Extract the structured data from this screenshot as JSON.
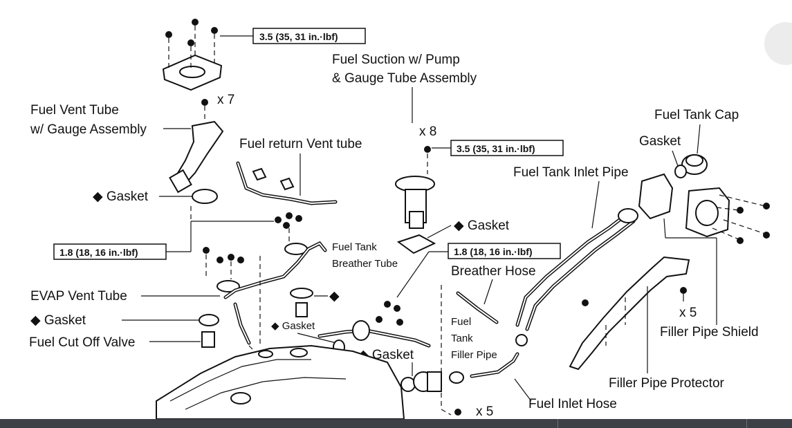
{
  "labels": {
    "torque_top": "3.5 (35, 31 in.·lbf)",
    "torque_pump": "3.5 (35, 31 in.·lbf)",
    "torque_left": "1.8 (18, 16 in.·lbf)",
    "torque_right": "1.8 (18, 16 in.·lbf)",
    "pump_line1": "Fuel Suction w/ Pump",
    "pump_line2": "& Gauge Tube Assembly",
    "vent_tube_line1": "Fuel Vent Tube",
    "vent_tube_line2": "w/ Gauge Assembly",
    "qty_x7": "x 7",
    "qty_x8": "x 8",
    "return_vent": "Fuel return Vent tube",
    "tank_cap": "Fuel Tank Cap",
    "gasket_cap": "Gasket",
    "inlet_pipe": "Fuel Tank Inlet Pipe",
    "gasket_left": "◆ Gasket",
    "gasket_pump": "◆ Gasket",
    "breather_tube_1": "Fuel Tank",
    "breather_tube_2": "Breather Tube",
    "breather_hose": "Breather Hose",
    "evap_vent": "EVAP Vent Tube",
    "diamond_mid": "◆",
    "qty_x5_shield": "x 5",
    "gasket_evap": "◆ Gasket",
    "gasket_small": "◆ Gasket",
    "filler_pipe_1": "Fuel",
    "filler_pipe_2": "Tank",
    "filler_pipe_3": "Filler Pipe",
    "filler_shield": "Filler Pipe Shield",
    "cut_off_valve": "Fuel Cut Off Valve",
    "gasket_lower": "◆ Gasket",
    "filler_protector": "Filler Pipe Protector",
    "inlet_hose": "Fuel Inlet Hose",
    "qty_x5_bottom": "x 5"
  }
}
